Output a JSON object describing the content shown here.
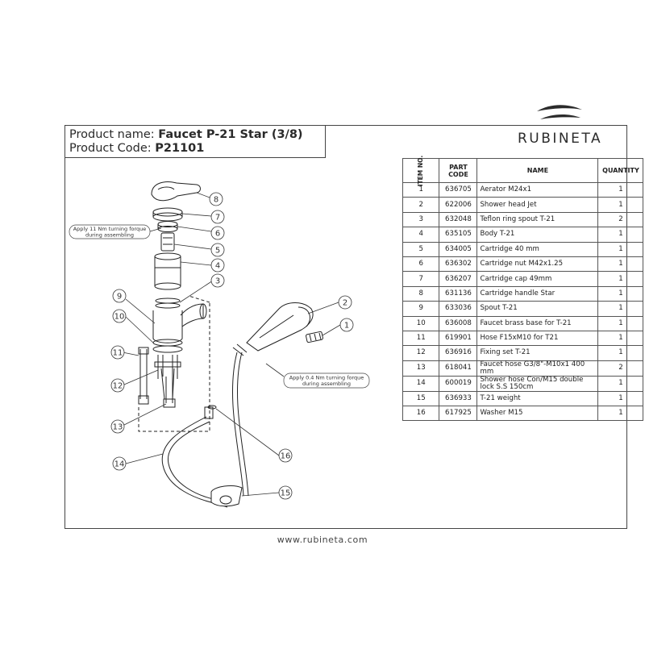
{
  "brand": {
    "name": "RUBINETA"
  },
  "header": {
    "product_name_label": "Product name: ",
    "product_name": "Faucet P-21 Star (3/8)",
    "product_code_label": "Product Code: ",
    "product_code": "P21101"
  },
  "table": {
    "headers": {
      "no": "ITEM NO.",
      "code": "PART CODE",
      "name": "NAME",
      "qty": "QUANTITY"
    },
    "rows": [
      {
        "no": "1",
        "code": "636705",
        "name": "Aerator  M24x1",
        "qty": "1"
      },
      {
        "no": "2",
        "code": "622006",
        "name": "Shower head Jet",
        "qty": "1"
      },
      {
        "no": "3",
        "code": "632048",
        "name": "Teflon ring spout T-21",
        "qty": "2"
      },
      {
        "no": "4",
        "code": "635105",
        "name": "Body T-21",
        "qty": "1"
      },
      {
        "no": "5",
        "code": "634005",
        "name": "Cartridge 40 mm",
        "qty": "1"
      },
      {
        "no": "6",
        "code": "636302",
        "name": "Cartridge  nut  M42x1.25",
        "qty": "1"
      },
      {
        "no": "7",
        "code": "636207",
        "name": "Cartridge cap 49mm",
        "qty": "1"
      },
      {
        "no": "8",
        "code": "631136",
        "name": "Cartridge handle Star",
        "qty": "1"
      },
      {
        "no": "9",
        "code": "633036",
        "name": "Spout T-21",
        "qty": "1"
      },
      {
        "no": "10",
        "code": "636008",
        "name": "Faucet brass base for  T-21",
        "qty": "1"
      },
      {
        "no": "11",
        "code": "619901",
        "name": "Hose  F15xM10 for T21",
        "qty": "1"
      },
      {
        "no": "12",
        "code": "636916",
        "name": "Fixing  set  T-21",
        "qty": "1"
      },
      {
        "no": "13",
        "code": "618041",
        "name": "Faucet hose G3/8\"-M10x1 400 mm",
        "qty": "2"
      },
      {
        "no": "14",
        "code": "600019",
        "name": "Shower hose Con/M15 double lock S.S 150cm",
        "qty": "1"
      },
      {
        "no": "15",
        "code": "636933",
        "name": "T-21 weight",
        "qty": "1"
      },
      {
        "no": "16",
        "code": "617925",
        "name": "Washer M15",
        "qty": "1"
      }
    ]
  },
  "diagram": {
    "note_left": [
      "Apply 11 Nm turning forque",
      "during assembling"
    ],
    "note_right": [
      "Apply 0.4 Nm turning forque",
      "during assembling"
    ],
    "callouts": [
      "8",
      "7",
      "6",
      "5",
      "4",
      "3",
      "2",
      "1",
      "9",
      "10",
      "11",
      "12",
      "13",
      "14",
      "15",
      "16"
    ]
  },
  "footer": {
    "website": "www.rubineta.com"
  }
}
